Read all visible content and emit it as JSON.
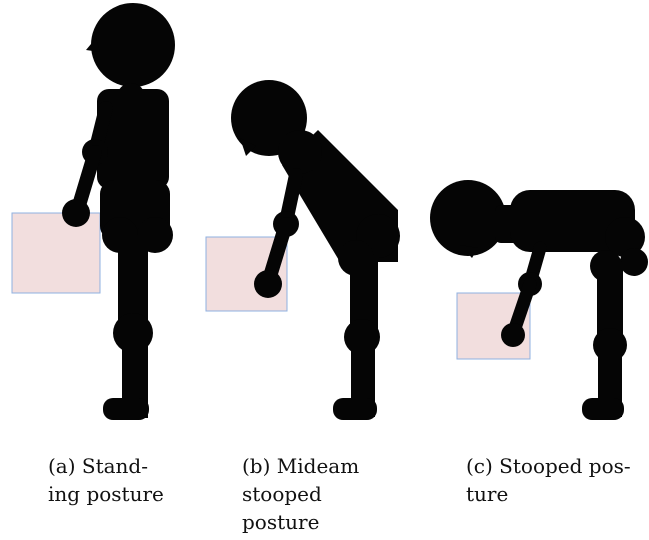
{
  "colors": {
    "figure": "#050505",
    "box_fill": "#f2dede",
    "box_stroke": "#8fb0e0"
  },
  "captions": {
    "a": {
      "tag": "(a)",
      "word1": "Stand-",
      "line2": "ing posture"
    },
    "b": {
      "tag": "(b)",
      "word1": "Mideam",
      "line2": "stooped",
      "line3": "posture"
    },
    "c": {
      "line1": "(c) Stooped pos-",
      "line2": "ture"
    }
  }
}
